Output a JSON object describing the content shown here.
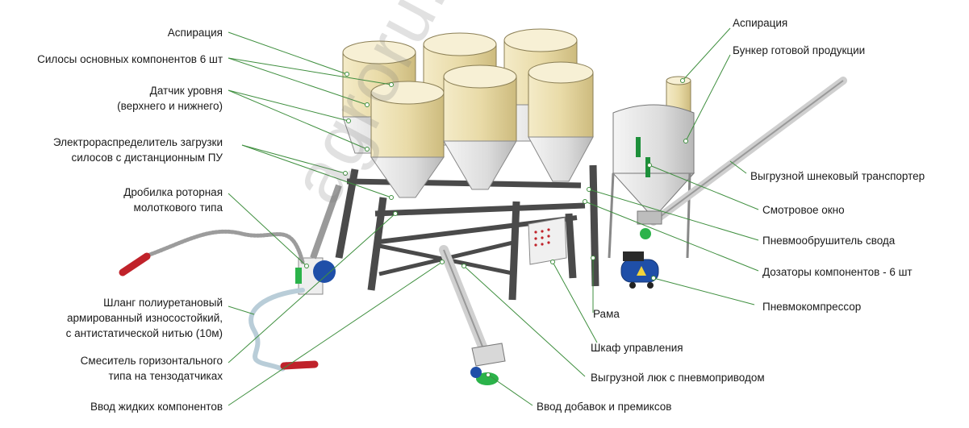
{
  "labels_left": [
    {
      "id": "aspiration-left",
      "lines": [
        "Аспирация"
      ]
    },
    {
      "id": "silos-main",
      "lines": [
        "Силосы основных компонентов 6 шт"
      ]
    },
    {
      "id": "level-sensor",
      "lines": [
        "Датчик уровня",
        "(верхнего и нижнего)"
      ]
    },
    {
      "id": "electro-distributor",
      "lines": [
        "Электрораспределитель загрузки",
        "силосов с дистанционным ПУ"
      ]
    },
    {
      "id": "rotor-crusher",
      "lines": [
        "Дробилка роторная",
        "молоткового типа"
      ]
    },
    {
      "id": "pu-hose",
      "lines": [
        "Шланг полиуретановый",
        "армированный износостойкий,",
        "с антистатической нитью (10м)"
      ]
    },
    {
      "id": "horizontal-mixer",
      "lines": [
        "Смеситель горизонтального",
        "типа на тензодатчиках"
      ]
    },
    {
      "id": "liquid-input",
      "lines": [
        "Ввод жидких компонентов"
      ]
    }
  ],
  "labels_right": [
    {
      "id": "aspiration-right",
      "lines": [
        "Аспирация"
      ]
    },
    {
      "id": "finished-hopper",
      "lines": [
        "Бункер готовой продукции"
      ]
    },
    {
      "id": "screw-conveyor",
      "lines": [
        "Выгрузной шнековый транспортер"
      ]
    },
    {
      "id": "sight-window",
      "lines": [
        "Смотровое окно"
      ]
    },
    {
      "id": "pneumo-breaker",
      "lines": [
        "Пневмообрушитель свода"
      ]
    },
    {
      "id": "dosers",
      "lines": [
        "Дозаторы компонентов - 6 шт"
      ]
    },
    {
      "id": "compressor",
      "lines": [
        "Пневмокомпрессор"
      ]
    },
    {
      "id": "frame",
      "lines": [
        "Рама"
      ]
    },
    {
      "id": "control-cabinet",
      "lines": [
        "Шкаф управления"
      ]
    },
    {
      "id": "unload-hatch",
      "lines": [
        "Выгрузной люк с пневмоприводом"
      ]
    },
    {
      "id": "additives-input",
      "lines": [
        "Ввод добавок и премиксов"
      ]
    }
  ],
  "watermark": "agroru.com",
  "colors": {
    "leader": "#3f8f3f",
    "silo": "#efe3b8",
    "silo_shade": "#d8c890",
    "steel": "#e6e6e6",
    "frame": "#5b5b5b",
    "accent_green": "#2bb34a",
    "motor_blue": "#1f4fa8",
    "plug_red": "#c0222a"
  }
}
